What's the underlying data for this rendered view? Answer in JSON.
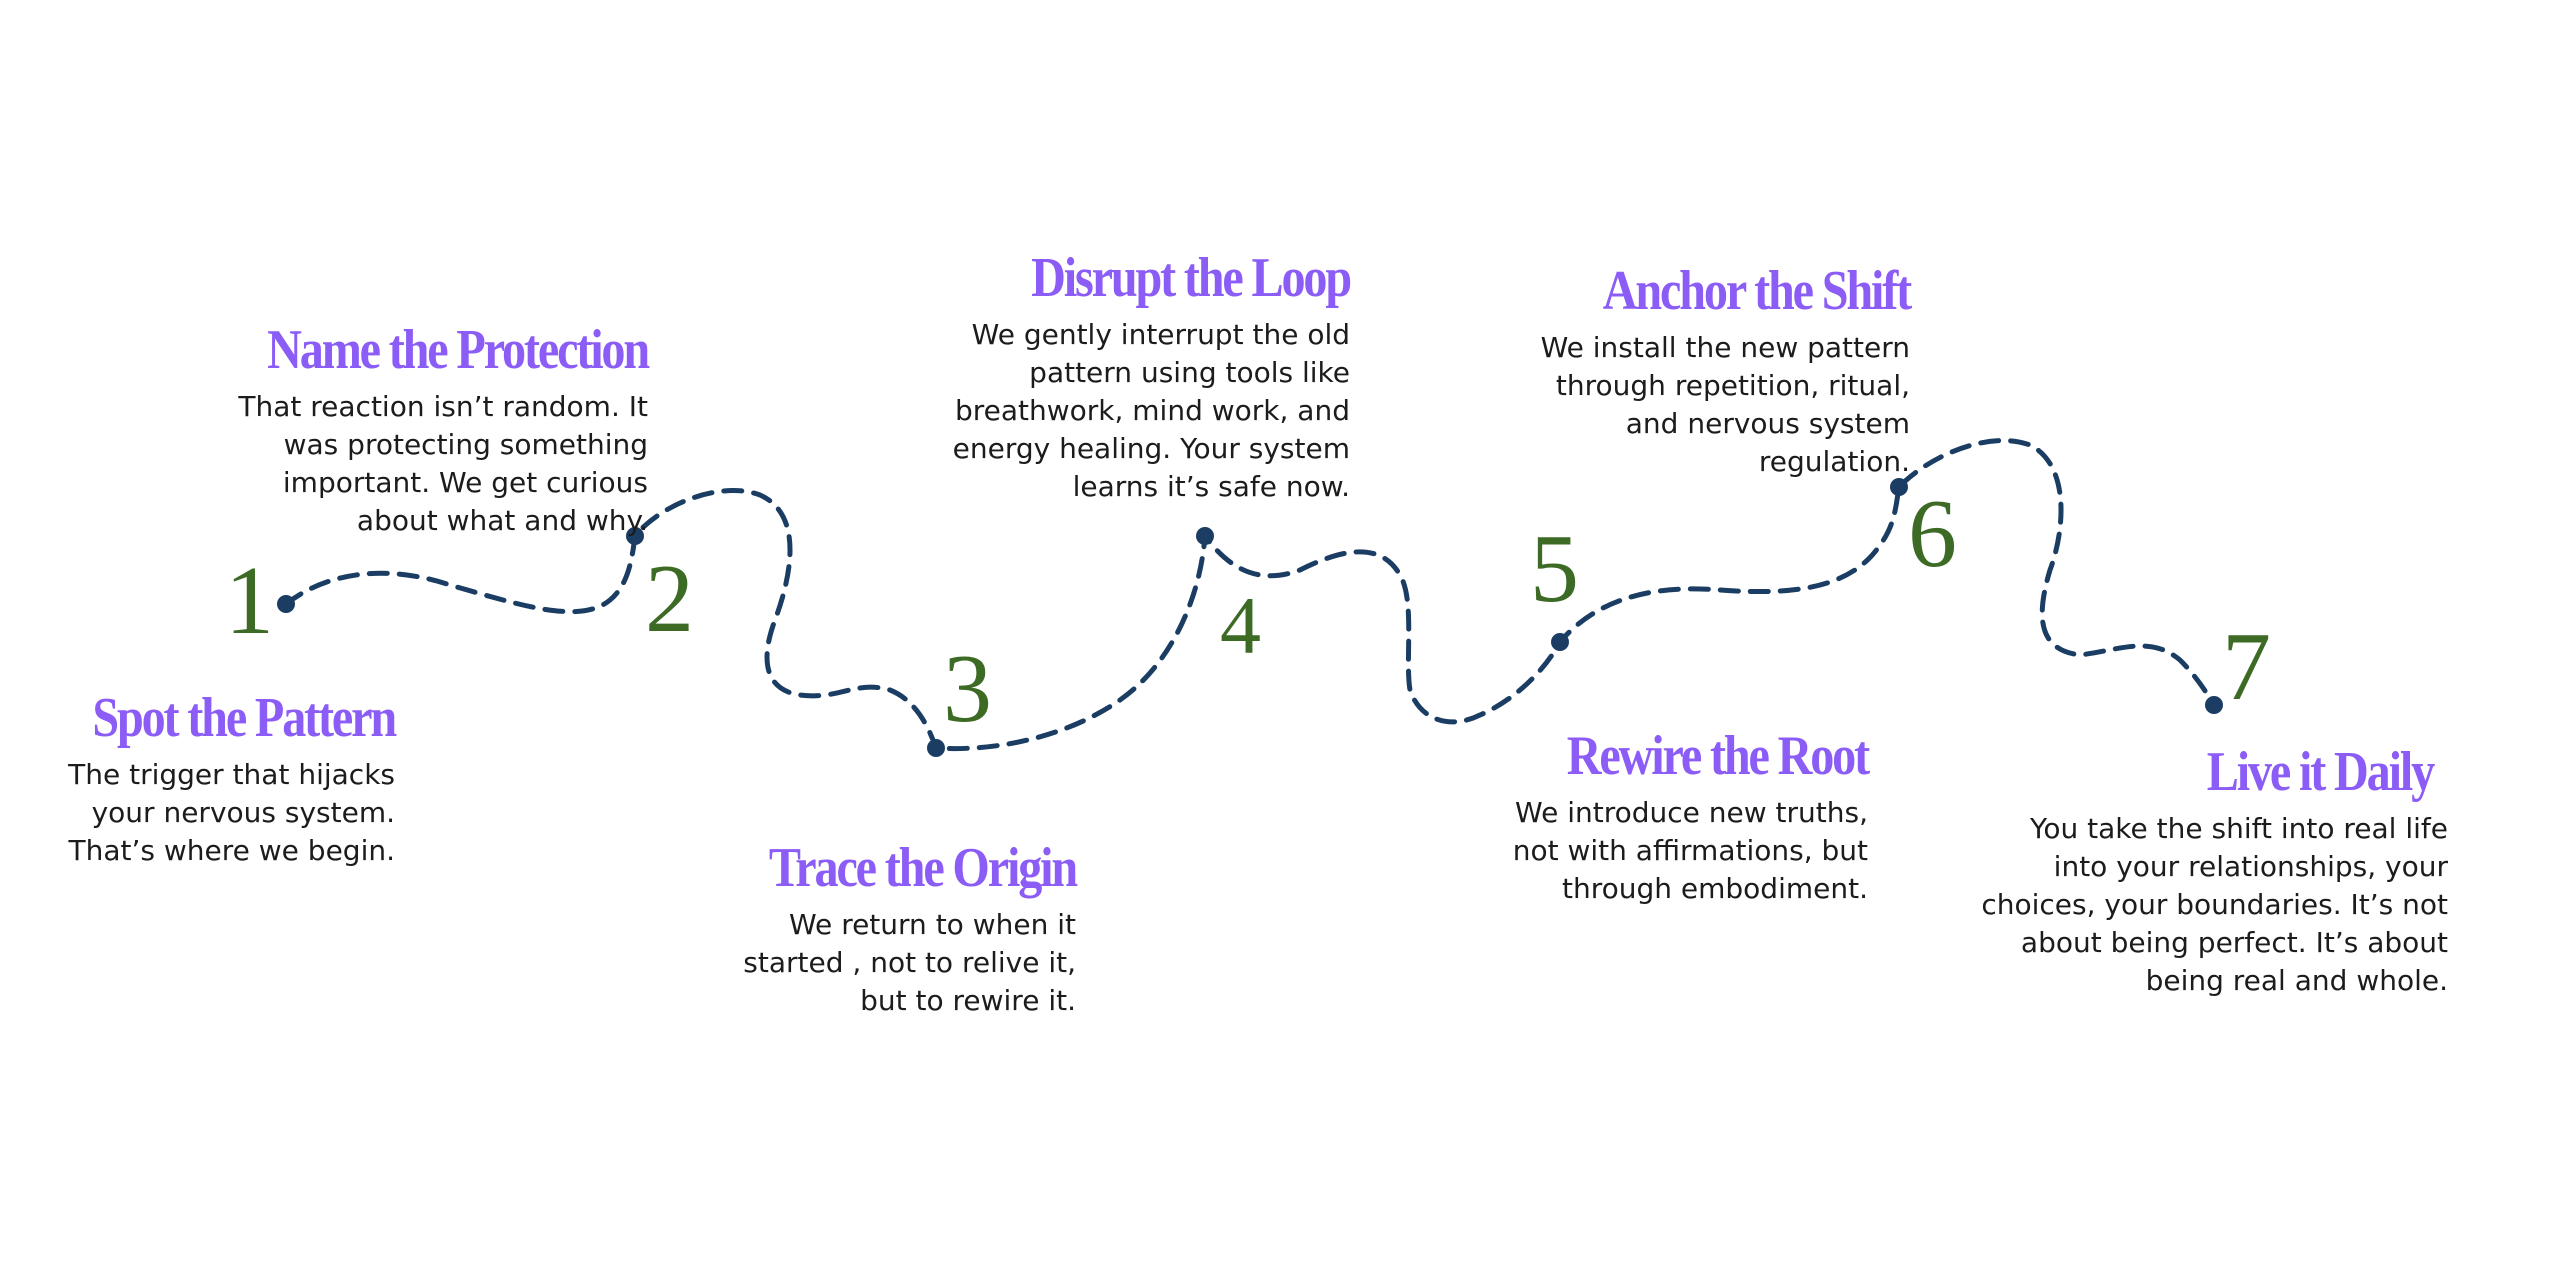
{
  "colors": {
    "title": "#8b5cf6",
    "number": "#3d6b25",
    "path": "#1b3d63",
    "text": "#1c1c1c"
  },
  "steps": [
    {
      "number": "1",
      "title": "Spot the Pattern",
      "lines": [
        "The trigger that hijacks",
        "your nervous system.",
        "That’s where we begin."
      ]
    },
    {
      "number": "2",
      "title": "Name  the Protection",
      "lines": [
        "That reaction isn’t random. It",
        "was protecting something",
        "important. We get curious",
        "about what and why."
      ]
    },
    {
      "number": "3",
      "title": "Trace the Origin",
      "lines": [
        "We return to when it",
        "started , not to relive it,",
        "but to rewire it."
      ]
    },
    {
      "number": "4",
      "title": "Disrupt the Loop",
      "lines": [
        "We gently interrupt the old",
        "pattern using tools like",
        "breathwork, mind work, and",
        "energy healing. Your system",
        "learns it’s safe now."
      ]
    },
    {
      "number": "5",
      "title": "Rewire the Root",
      "lines": [
        "We introduce new truths,",
        "not with affirmations, but",
        "through embodiment."
      ]
    },
    {
      "number": "6",
      "title": "Anchor the Shift",
      "lines": [
        "We install the new pattern",
        "through repetition, ritual,",
        "and nervous system",
        "regulation."
      ]
    },
    {
      "number": "7",
      "title": "Live it Daily",
      "lines": [
        "You take the shift into real life",
        "into your relationships, your",
        "choices, your boundaries. It’s not",
        "about being perfect. It’s about",
        "being real and whole."
      ]
    }
  ]
}
